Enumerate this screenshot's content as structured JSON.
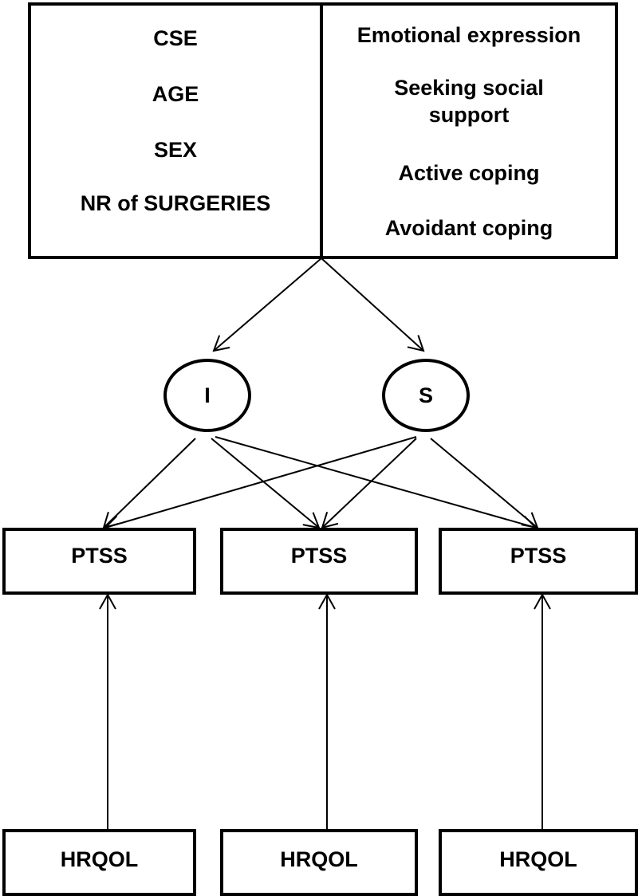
{
  "predictors": {
    "left": [
      "CSE",
      "AGE",
      "SEX",
      "NR of SURGERIES"
    ],
    "right": [
      "Emotional expression",
      "Seeking social\nsupport",
      "Active coping",
      "Avoidant coping"
    ]
  },
  "latent": {
    "intercept": "I",
    "slope": "S"
  },
  "outcomes": [
    "PTSS",
    "PTSS",
    "PTSS"
  ],
  "covariates": [
    "HRQOL",
    "HRQOL",
    "HRQOL"
  ]
}
